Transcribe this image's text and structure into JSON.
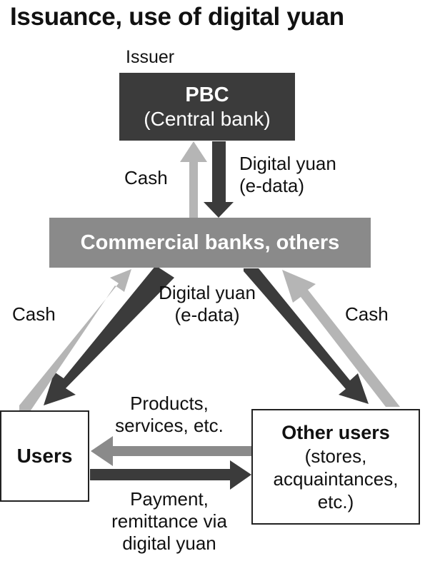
{
  "title": "Issuance, use of digital yuan",
  "issuer_label": "Issuer",
  "nodes": {
    "pbc": {
      "name": "PBC",
      "sub": "(Central bank)"
    },
    "commercial": {
      "name": "Commercial banks, others"
    },
    "users": {
      "name": "Users"
    },
    "other_users": {
      "name": "Other users",
      "sub_lines": [
        "(stores,",
        "acquaintances,",
        "etc.)"
      ]
    }
  },
  "flows": {
    "top_cash": "Cash",
    "top_digital": [
      "Digital yuan",
      "(e-data)"
    ],
    "mid_digital": [
      "Digital yuan",
      "(e-data)"
    ],
    "left_cash": "Cash",
    "right_cash": "Cash",
    "products": [
      "Products,",
      "services, etc."
    ],
    "payment": [
      "Payment,",
      "remittance via",
      "digital yuan"
    ]
  },
  "colors": {
    "dark": "#3b3b3b",
    "mid": "#8a8a8a",
    "light": "#b5b5b5"
  }
}
